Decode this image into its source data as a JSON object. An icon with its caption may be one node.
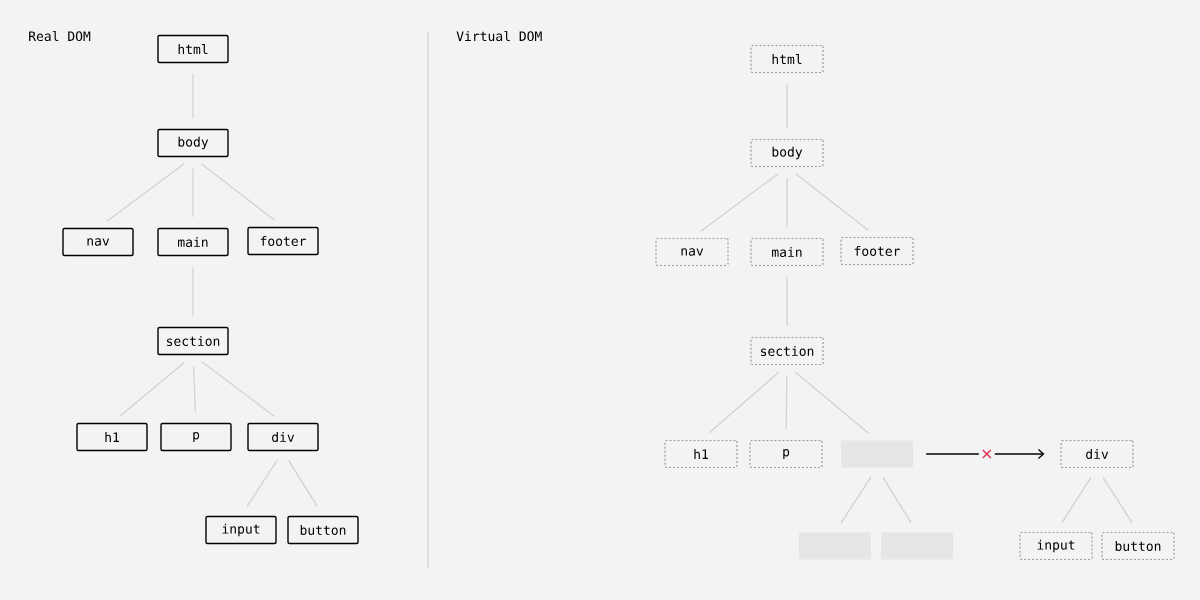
{
  "diagram": {
    "nodes": [
      {
        "text": [
          "html"
        ]
      },
      {
        "text": [
          "body"
        ]
      },
      {
        "text": [
          "nav"
        ]
      },
      {
        "text": [
          "main"
        ]
      },
      {
        "text": [
          "footer"
        ]
      },
      {
        "text": [
          "section"
        ]
      },
      {
        "text": [
          "h1"
        ]
      },
      {
        "text": [
          "p"
        ]
      },
      {
        "text": [
          "div"
        ]
      },
      {
        "text": [
          "input"
        ]
      },
      {
        "text": [
          "button"
        ]
      },
      {
        "text": [
          "html"
        ]
      },
      {
        "text": [
          "body"
        ]
      },
      {
        "text": [
          "nav"
        ]
      },
      {
        "text": [
          "main"
        ]
      },
      {
        "text": [
          "footer"
        ]
      },
      {
        "text": [
          "section"
        ]
      },
      {
        "text": [
          "h1"
        ]
      },
      {
        "text": [
          "p"
        ]
      },
      {
        "text": [],
        "shape": "box"
      },
      {
        "text": [],
        "shape": "box"
      },
      {
        "text": [],
        "shape": "box"
      },
      {
        "text": [
          "div"
        ]
      },
      {
        "text": [
          "input"
        ]
      },
      {
        "text": [
          "button"
        ]
      }
    ],
    "edges": [
      {
        "from": 0,
        "to": 1,
        "arrow": "none"
      },
      {
        "from": 1,
        "to": 2,
        "arrow": "none"
      },
      {
        "from": 1,
        "to": 3,
        "arrow": "none"
      },
      {
        "from": 1,
        "to": 4,
        "arrow": "none"
      },
      {
        "from": 3,
        "to": 5,
        "arrow": "none"
      },
      {
        "from": 5,
        "to": 6,
        "arrow": "none"
      },
      {
        "from": 5,
        "to": 7,
        "arrow": "none"
      },
      {
        "from": 5,
        "to": 8,
        "arrow": "none"
      },
      {
        "from": 8,
        "to": 9,
        "arrow": "none"
      },
      {
        "from": 8,
        "to": 10,
        "arrow": "none"
      },
      {
        "from": 11,
        "to": 12,
        "arrow": "none"
      },
      {
        "from": 12,
        "to": 13,
        "arrow": "none"
      },
      {
        "from": 12,
        "to": 14,
        "arrow": "none"
      },
      {
        "from": 12,
        "to": 15,
        "arrow": "none"
      },
      {
        "from": 14,
        "to": 16,
        "arrow": "none"
      },
      {
        "from": 16,
        "to": 17,
        "arrow": "none"
      },
      {
        "from": 16,
        "to": 18,
        "arrow": "none"
      },
      {
        "from": 16,
        "to": 19,
        "arrow": "none"
      },
      {
        "from": 19,
        "to": 20,
        "arrow": "none"
      },
      {
        "from": 19,
        "to": 21,
        "arrow": "none"
      },
      {
        "from": 22,
        "to": 23,
        "arrow": "none"
      },
      {
        "from": 22,
        "to": 24,
        "arrow": "none"
      },
      {
        "from": 19,
        "to": 22,
        "arrow": "to",
        "color": "#000000"
      }
    ],
    "labels": [
      "Real DOM",
      "Virtual DOM"
    ]
  }
}
